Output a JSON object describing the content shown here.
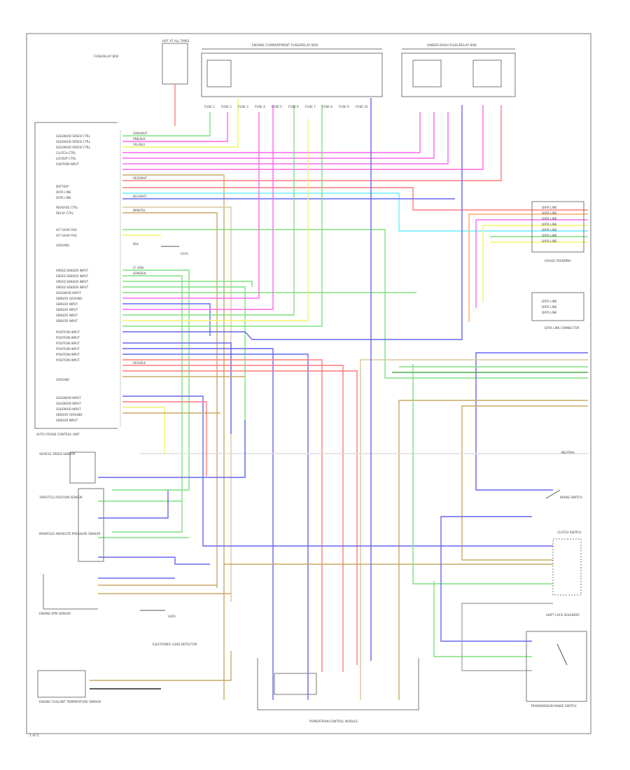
{
  "colors": {
    "green": "#7ee07e",
    "pink": "#ff66ee",
    "yellow": "#f3f36a",
    "red": "#ff7a7a",
    "blue": "#6666ee",
    "cyan": "#66eeff",
    "brown": "#c8a864",
    "tan": "#d7c79a",
    "orange": "#ffa860",
    "dkgreen": "#44aa44",
    "gray": "#bbbbbb",
    "black": "#222222"
  },
  "labels": {
    "top_fuse": "HOT AT ALL TIMES",
    "top_left_note": "FUSE/RELAY BOX",
    "engine_compartment": "ENGINE COMPARTMENT FUSE/RELAY BOX",
    "right_box": "UNDER-DASH FUSE/RELAY BOX",
    "auto_control_unit": "AUTO CRUISE CONTROL UNIT",
    "right_unit_1": "GAUGE ASSEMBLY",
    "right_unit_2": "DATA LINK CONNECTOR",
    "speed_sensor": "VEHICLE SPEED SENSOR",
    "throttle_box_a": "THROTTLE POSITION SENSOR",
    "throttle_box_b": "MANIFOLD ABSOLUTE PRESSURE SENSOR",
    "engine_rpm": "ENGINE RPM SENSOR",
    "ground_1": "G101",
    "ground_2": "G401",
    "bottom_left_module": "ENGINE COOLANT TEMPERATURE SENSOR",
    "bottom_center": "POWERTRAIN CONTROL MODULE",
    "bottom_center_2": "ELECTRONIC LOAD DETECTOR",
    "bottom_right_module": "SHIFT LOCK SOLENOID",
    "bottom_right_unit": "TRANSMISSION RANGE SWITCH",
    "right_switch_1": "BRAKE SWITCH",
    "right_switch_2": "CLUTCH SWITCH",
    "neutral": "NEUTRAL",
    "row_labels_top": [
      "SOLENOID SPEED CTRL",
      "SOLENOID SPEED CTRL",
      "SOLENOID SPEED CTRL",
      "CLUTCH CTRL",
      "LOCKUP CTRL",
      "IGNITION INPUT",
      "BATTERY",
      "DATA LINE",
      "DATA LINE",
      "REVERSE CTRL",
      "RELAY CTRL"
    ],
    "row_labels_mid": [
      "A/T GEAR POS",
      "A/T GEAR POS",
      "GROUND"
    ],
    "row_labels_lower": [
      "SPEED SENSOR INPUT",
      "SPEED SENSOR INPUT",
      "SPEED SENSOR INPUT",
      "SPEED SENSOR INPUT",
      "SOLENOID INPUT",
      "SENSOR GROUND",
      "SENSOR INPUT",
      "SENSOR INPUT",
      "SENSOR INPUT",
      "SENSOR INPUT",
      "POSITION INPUT",
      "POSITION INPUT",
      "POSITION INPUT",
      "POSITION INPUT",
      "POSITION INPUT",
      "POSITION INPUT",
      "GROUND"
    ],
    "row_labels_bottom": [
      "SOLENOID INPUT",
      "SOLENOID INPUT",
      "SOLENOID INPUT",
      "SENSOR GROUND",
      "SENSOR INPUT"
    ],
    "right_pins_1": [
      "DATA LINE",
      "DATA LINE",
      "DATA LINE",
      "DATA LINE",
      "DATA LINE",
      "DATA LINE",
      "DATA LINE"
    ],
    "right_pins_2": [
      "DATA LINE",
      "DATA LINE",
      "DATA LINE"
    ],
    "wire_codes": [
      "GRN/WHT",
      "PNK/BLK",
      "YEL/BLU",
      "RED/WHT",
      "BLU/WHT",
      "LT GRN",
      "BRN/YEL",
      "GRN/BLK",
      "RED/BLK",
      "BLK"
    ],
    "fuse_codes": [
      "FUSE 1",
      "FUSE 2",
      "FUSE 3",
      "FUSE 4",
      "FUSE 5",
      "FUSE 6",
      "FUSE 7",
      "FUSE 8",
      "FUSE 9",
      "FUSE 10"
    ]
  },
  "page_number": "1 of 2"
}
